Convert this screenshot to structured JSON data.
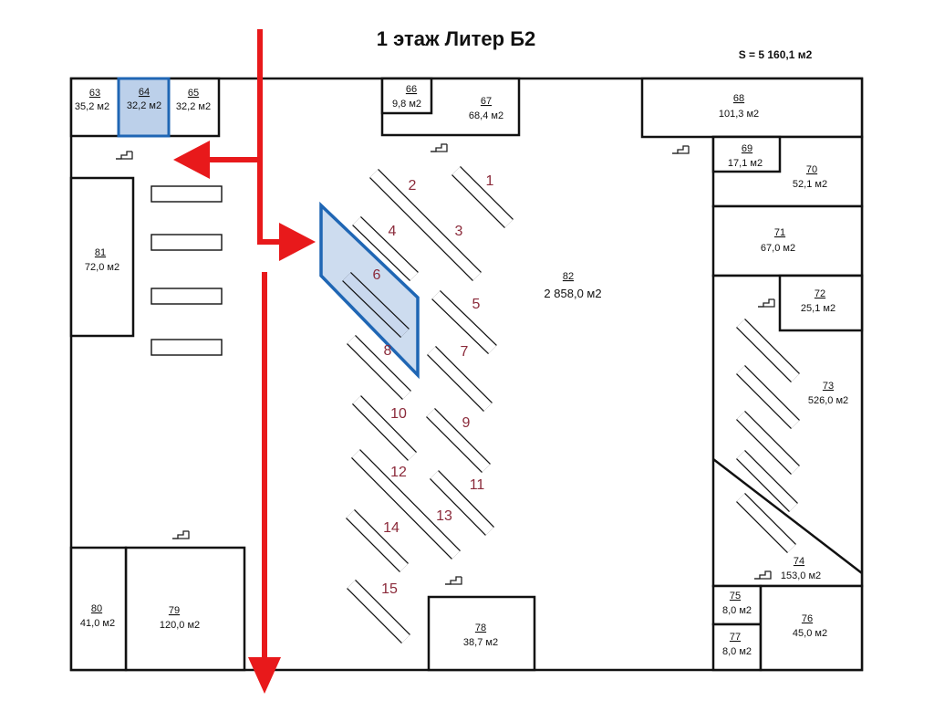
{
  "title": "1 этаж Литер Б2",
  "total_area": "S = 5 160,1 м2",
  "colors": {
    "highlight_fill": "#bcd0ea",
    "highlight_stroke": "#1f66b4",
    "arrow": "#e8191b",
    "shelf_label": "#8b2a3a"
  },
  "rooms": {
    "r63": {
      "num": "63",
      "area": "35,2 м2"
    },
    "r64": {
      "num": "64",
      "area": "32,2 м2"
    },
    "r65": {
      "num": "65",
      "area": "32,2 м2"
    },
    "r66": {
      "num": "66",
      "area": "9,8 м2"
    },
    "r67": {
      "num": "67",
      "area": "68,4 м2"
    },
    "r68": {
      "num": "68",
      "area": "101,3 м2"
    },
    "r69": {
      "num": "69",
      "area": "17,1 м2"
    },
    "r70": {
      "num": "70",
      "area": "52,1 м2"
    },
    "r71": {
      "num": "71",
      "area": "67,0 м2"
    },
    "r72": {
      "num": "72",
      "area": "25,1 м2"
    },
    "r73": {
      "num": "73",
      "area": "526,0 м2"
    },
    "r74": {
      "num": "74",
      "area": "153,0 м2"
    },
    "r75": {
      "num": "75",
      "area": "8,0 м2"
    },
    "r76": {
      "num": "76",
      "area": "45,0 м2"
    },
    "r77": {
      "num": "77",
      "area": "8,0 м2"
    },
    "r78": {
      "num": "78",
      "area": "38,7 м2"
    },
    "r79": {
      "num": "79",
      "area": "120,0 м2"
    },
    "r80": {
      "num": "80",
      "area": "41,0 м2"
    },
    "r81": {
      "num": "81",
      "area": "72,0 м2"
    },
    "r82": {
      "num": "82",
      "area": "2 858,0 м2"
    }
  },
  "shelves": [
    "1",
    "2",
    "3",
    "4",
    "5",
    "6",
    "7",
    "8",
    "9",
    "10",
    "11",
    "12",
    "13",
    "14",
    "15"
  ],
  "icons": {
    "stair": "stair-icon",
    "arrow": "arrow-icon"
  }
}
